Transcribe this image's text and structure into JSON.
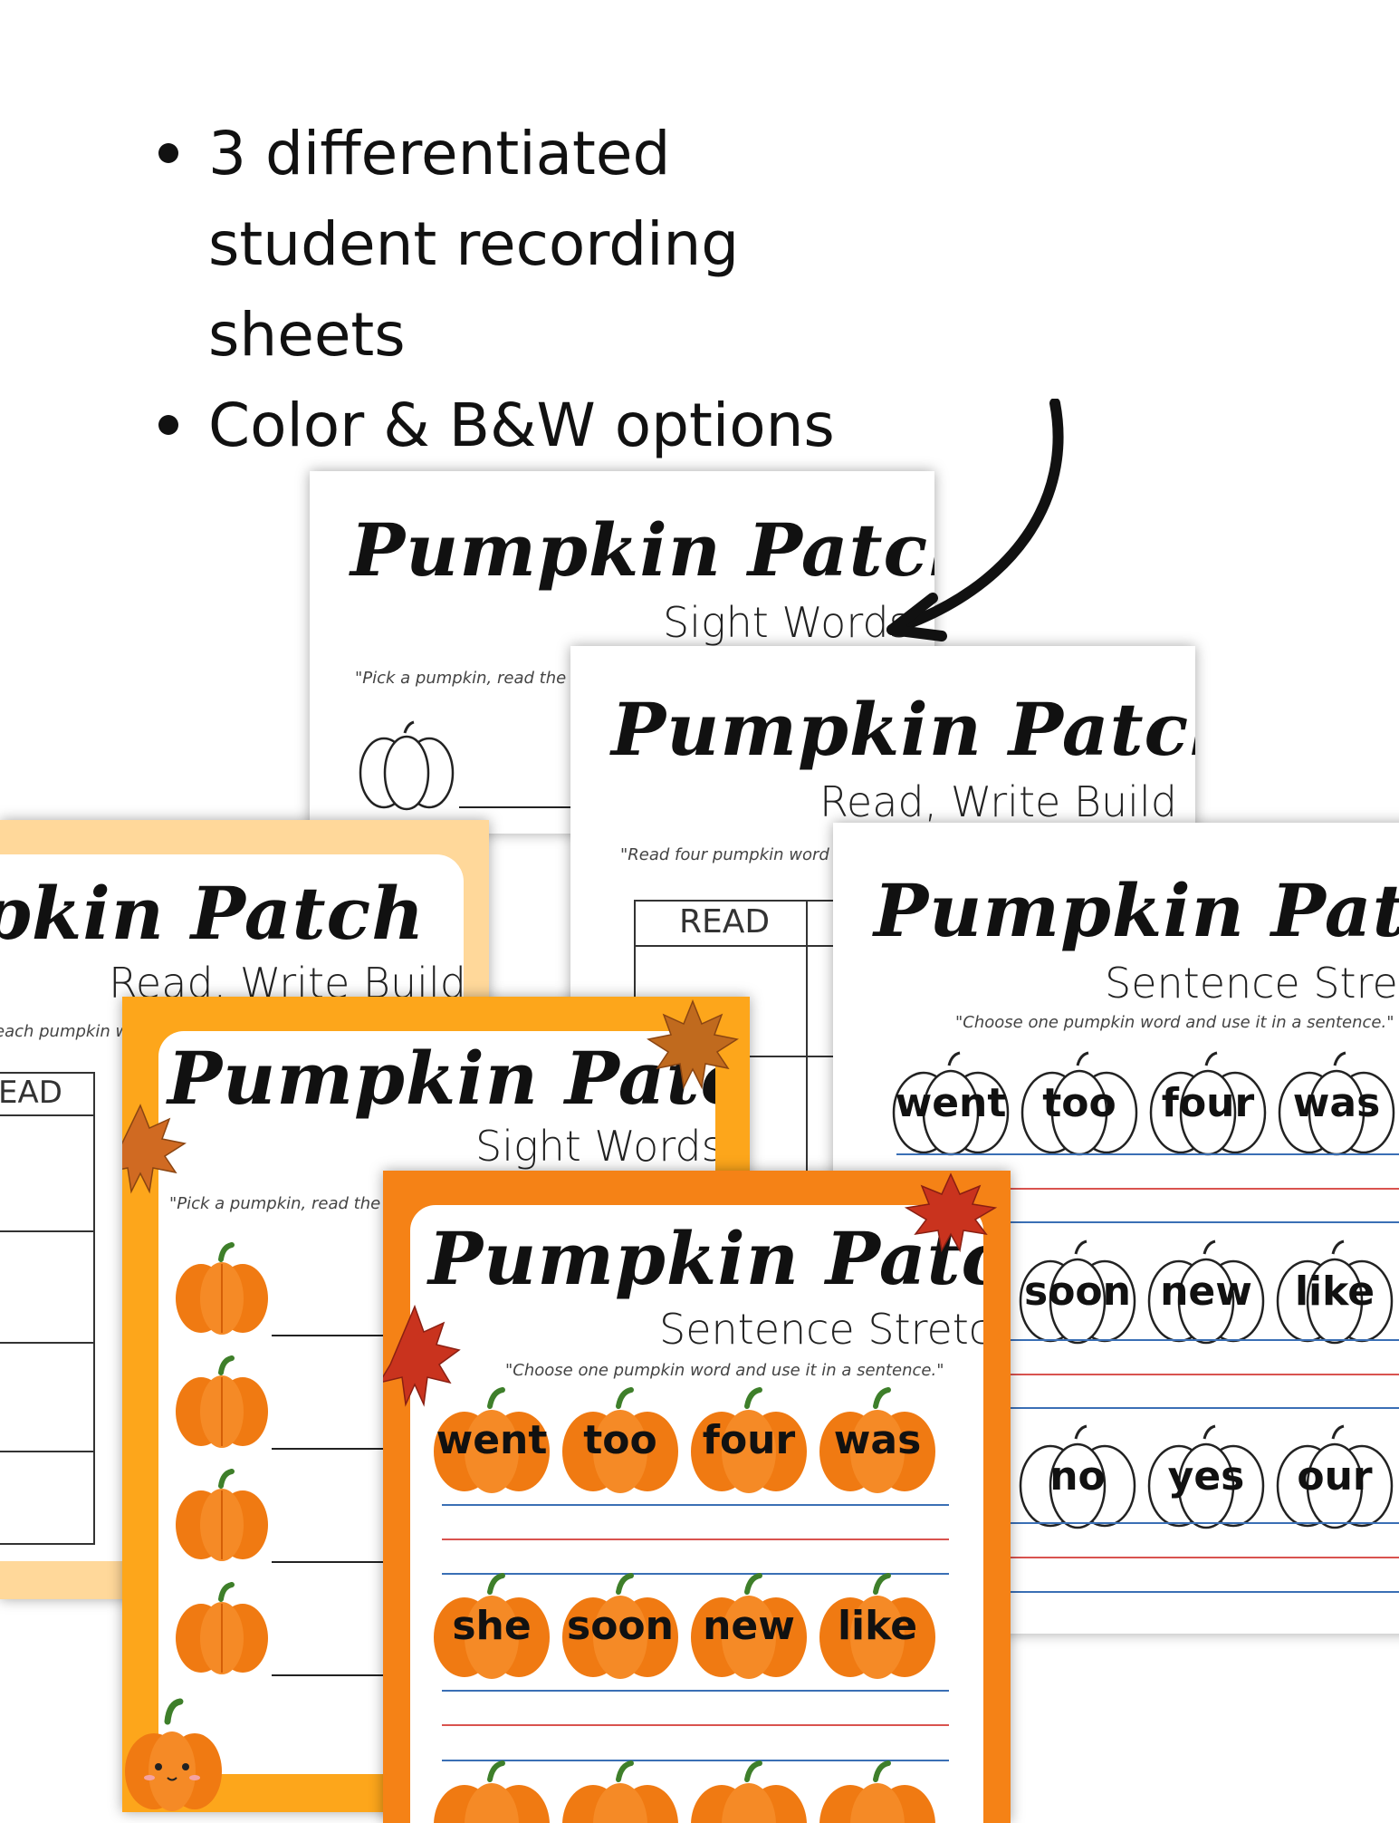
{
  "bullets": [
    "3 differentiated student recording sheets",
    "Color & B&W options"
  ],
  "sheet_title": "Pumpkin Patch",
  "subtitles": {
    "sight_words": "Sight Words",
    "read_write_build": "Read, Write Build",
    "sentence_stretch": "Sentence Stretch"
  },
  "instructions": {
    "pick_pumpkin": "\"Pick a pumpkin, read the w",
    "pick_pumpkin_color": "\"Pick a pumpkin, read the w",
    "read_four": "\"Read four pumpkin word",
    "each_pumpkin": "each pumpkin wo",
    "choose_one": "\"Choose one pumpkin word and use it in a sentence.\""
  },
  "table_headers": {
    "read": "READ",
    "read_cut": "EAD"
  },
  "word_rows": {
    "bw": [
      [
        "went",
        "too",
        "four",
        "was"
      ],
      [
        "",
        "soon",
        "new",
        "like"
      ],
      [
        "",
        "no",
        "yes",
        "our"
      ]
    ],
    "color": [
      [
        "went",
        "too",
        "four",
        "was"
      ],
      [
        "she",
        "soon",
        "new",
        "like"
      ],
      [
        "",
        "",
        "",
        ""
      ]
    ]
  },
  "colors": {
    "pumpkin": "#f07a12",
    "pumpkin_dark": "#d45f08",
    "stem": "#3e7f2a",
    "border_light": "#ffd89a",
    "border_yellow": "#fda61b",
    "border_orange": "#f58216",
    "leaf_red": "#c9331e",
    "leaf_brown": "#c06a1e"
  }
}
